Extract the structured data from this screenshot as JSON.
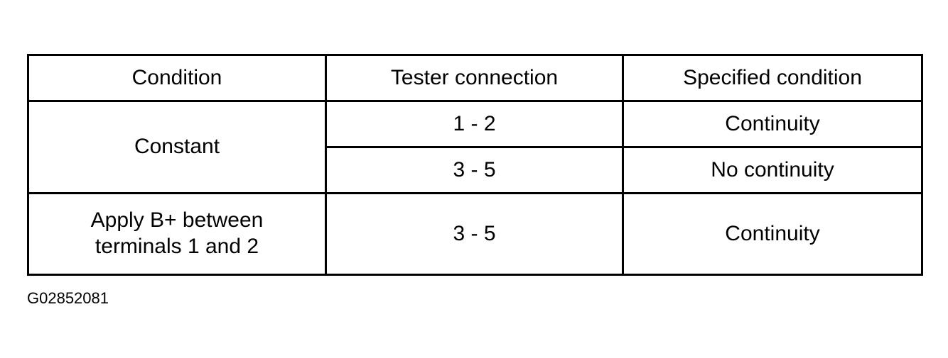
{
  "table": {
    "headers": {
      "condition": "Condition",
      "tester": "Tester connection",
      "specified": "Specified condition"
    },
    "rows": [
      {
        "condition": "Constant",
        "tester": "1 - 2",
        "specified": "Continuity"
      },
      {
        "tester": "3 - 5",
        "specified": "No continuity"
      },
      {
        "condition_line1": "Apply B+ between",
        "condition_line2": "terminals 1 and 2",
        "tester": "3 - 5",
        "specified": "Continuity"
      }
    ]
  },
  "figure_id": "G02852081"
}
